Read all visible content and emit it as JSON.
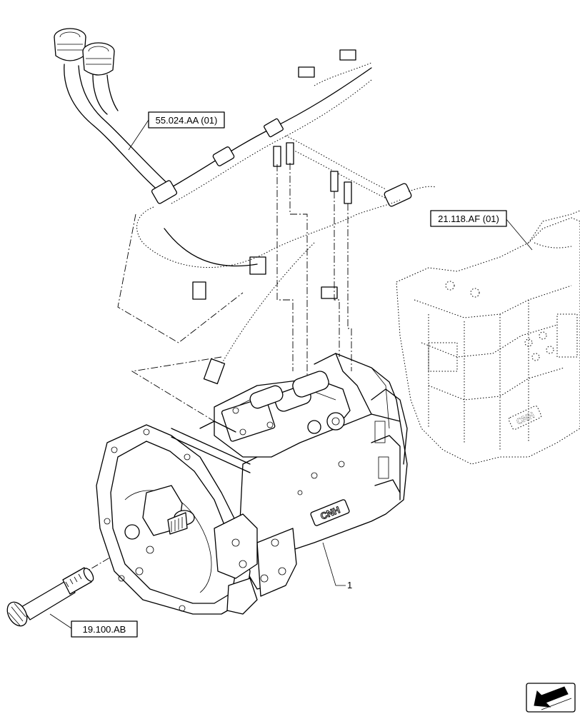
{
  "callouts": {
    "harness_ref": "55.024.AA (01)",
    "rear_housing_ref": "21.118.AF (01)",
    "shaft_ref": "19.100.AB"
  },
  "part_labels": {
    "transmission": "1"
  },
  "logos": {
    "brand": "CNH"
  },
  "icons": {
    "view_arrow": "arrow-direction-icon"
  }
}
